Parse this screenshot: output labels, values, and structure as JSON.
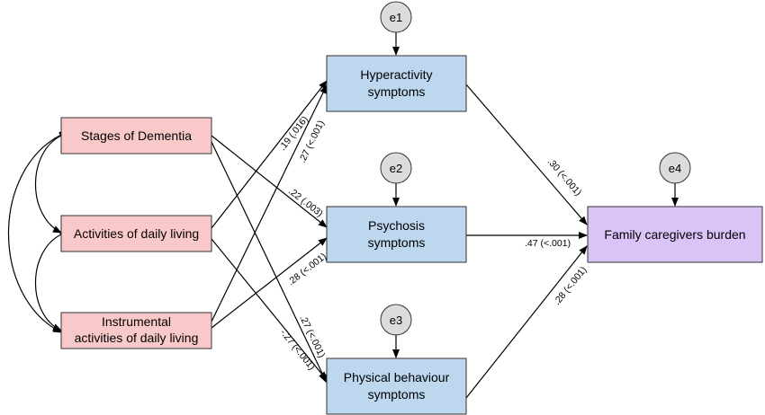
{
  "nodes": {
    "stages": {
      "lines": [
        "Stages of Dementia"
      ],
      "color": "#f9c9c9"
    },
    "adl": {
      "lines": [
        "Activities of daily living"
      ],
      "color": "#f9c9c9"
    },
    "iadl": {
      "lines": [
        "Instrumental",
        "activities of daily living"
      ],
      "color": "#f9c9c9"
    },
    "hyper": {
      "lines": [
        "Hyperactivity",
        "symptoms"
      ],
      "color": "#bcd7ee"
    },
    "psych": {
      "lines": [
        "Psychosis",
        "symptoms"
      ],
      "color": "#bcd7ee"
    },
    "phys": {
      "lines": [
        "Physical behaviour",
        "symptoms"
      ],
      "color": "#bcd7ee"
    },
    "burden": {
      "lines": [
        "Family caregivers burden"
      ],
      "color": "#d9c3f7"
    }
  },
  "errors": {
    "e1": "e1",
    "e2": "e2",
    "e3": "e3",
    "e4": "e4"
  },
  "paths": {
    "adl_hyper": ".19 (.016)",
    "iadl_hyper": ".27 (<.001)",
    "stages_psych": ".22 (.003)",
    "iadl_psych": ".28 (<.001)",
    "stages_phys": ".27 (<.001)",
    "adl_phys": "-.27 (<.001)",
    "hyper_burden": ".30 (<.001)",
    "psych_burden": ".47 (<.001)",
    "phys_burden": ".28 (<.001)"
  },
  "colors": {
    "border": "#333333",
    "error_fill": "#dcdcdc",
    "arrow": "#000000"
  }
}
